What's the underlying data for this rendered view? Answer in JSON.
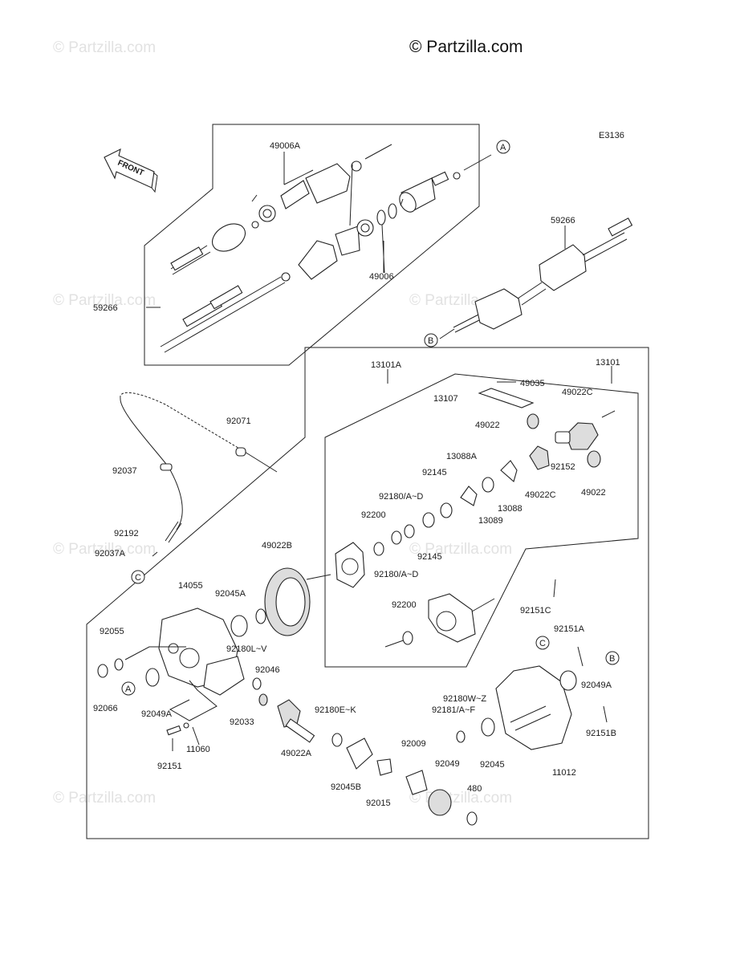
{
  "copyright": "© Partzilla.com",
  "watermark": "© Partzilla.com",
  "diagram_code": "E3136",
  "front_label": "FRONT",
  "callouts": {
    "a": "A",
    "b": "B",
    "c": "C"
  },
  "parts": {
    "p49006A": "49006A",
    "p49006": "49006",
    "p59266_left": "59266",
    "p59266_right": "59266",
    "p13101A": "13101A",
    "p13101": "13101",
    "p49035": "49035",
    "p13107": "13107",
    "p49022C_top": "49022C",
    "p49022_left": "49022",
    "p92152": "92152",
    "p49022_right": "49022",
    "p49022C_mid": "49022C",
    "p92071": "92071",
    "p92037": "92037",
    "p92192": "92192",
    "p92037A": "92037A",
    "p13088A": "13088A",
    "p92145_top": "92145",
    "p92180_AD_top": "92180/A~D",
    "p92200_top": "92200",
    "p13088": "13088",
    "p13089": "13089",
    "p92145_bot": "92145",
    "p92180_AD_bot": "92180/A~D",
    "p49022B": "49022B",
    "p14055": "14055",
    "p92045A": "92045A",
    "p92200_mid": "92200",
    "p92151C": "92151C",
    "p92151A": "92151A",
    "p92055": "92055",
    "p92180LV": "92180L~V",
    "p92046": "92046",
    "p92049A_left": "92049A",
    "p92049A_right": "92049A",
    "p92066": "92066",
    "p92033": "92033",
    "p92180WZ": "92180W~Z",
    "p92181AF": "92181/A~F",
    "p92180EK": "92180E~K",
    "p92151B": "92151B",
    "p49022A": "49022A",
    "p11060": "11060",
    "p92151": "92151",
    "p92009": "92009",
    "p92049": "92049",
    "p92045": "92045",
    "p11012": "11012",
    "p92045B": "92045B",
    "p92015": "92015",
    "p480": "480"
  }
}
